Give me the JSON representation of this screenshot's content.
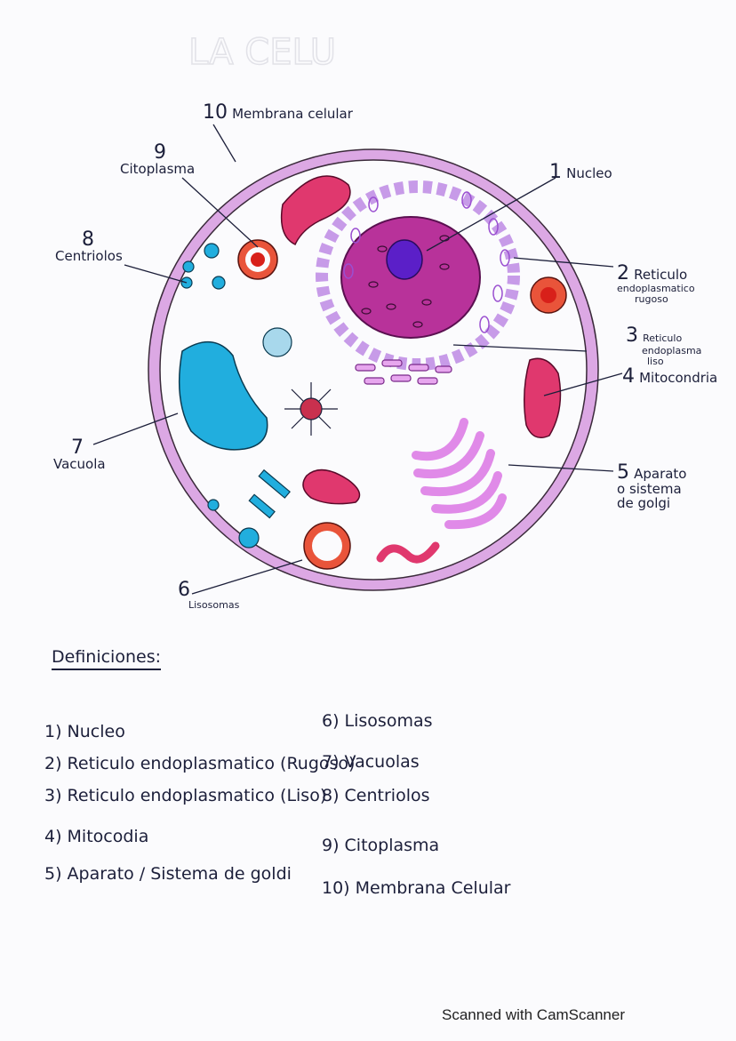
{
  "top_scribble": "LA CELU",
  "labels": {
    "membrana": {
      "num": "10",
      "text": "Membrana celular"
    },
    "citoplasma": {
      "num": "9",
      "text": "Citoplasma"
    },
    "centriolos": {
      "num": "8",
      "text": "Centriolos"
    },
    "nucleo": {
      "num": "1",
      "text": "Nucleo"
    },
    "reticulo_rugoso": {
      "num": "2",
      "text": "Reticulo",
      "line2": "endoplasmatico",
      "line3": "rugoso"
    },
    "reticulo_liso": {
      "num": "3",
      "text": "Reticulo",
      "line2": "endoplasma",
      "line3": "liso"
    },
    "mitocondria": {
      "num": "4",
      "text": "Mitocondria"
    },
    "golgi": {
      "num": "5",
      "text": "Aparato",
      "line2": "o sistema",
      "line3": "de golgi"
    },
    "lisosomas": {
      "num": "6",
      "text": "Lisosomas"
    },
    "vacuola": {
      "num": "7",
      "text": "Vacuola"
    }
  },
  "definitions_title": "Definiciones:",
  "definitions": [
    "1) Nucleo",
    "2) Reticulo endoplasmatico (Rugoso)",
    "3) Reticulo endoplasmatico (Liso)",
    "4) Mitocodia",
    "5) Aparato / Sistema de goldi",
    "6) Lisosomas",
    "7) Vacuolas",
    "8) Centriolos",
    "9) Citoplasma",
    "10) Membrana Celular"
  ],
  "footer": "Scanned with CamScanner",
  "colors": {
    "membrane": "#d59be0",
    "nucleus": "#b8329a",
    "nucleolus": "#5b1fc8",
    "mito": "#e0386e",
    "vacuole": "#21aede",
    "lysosome": "#e9543a",
    "golgi": "#e08ae8",
    "ink": "#1c1f3a"
  }
}
